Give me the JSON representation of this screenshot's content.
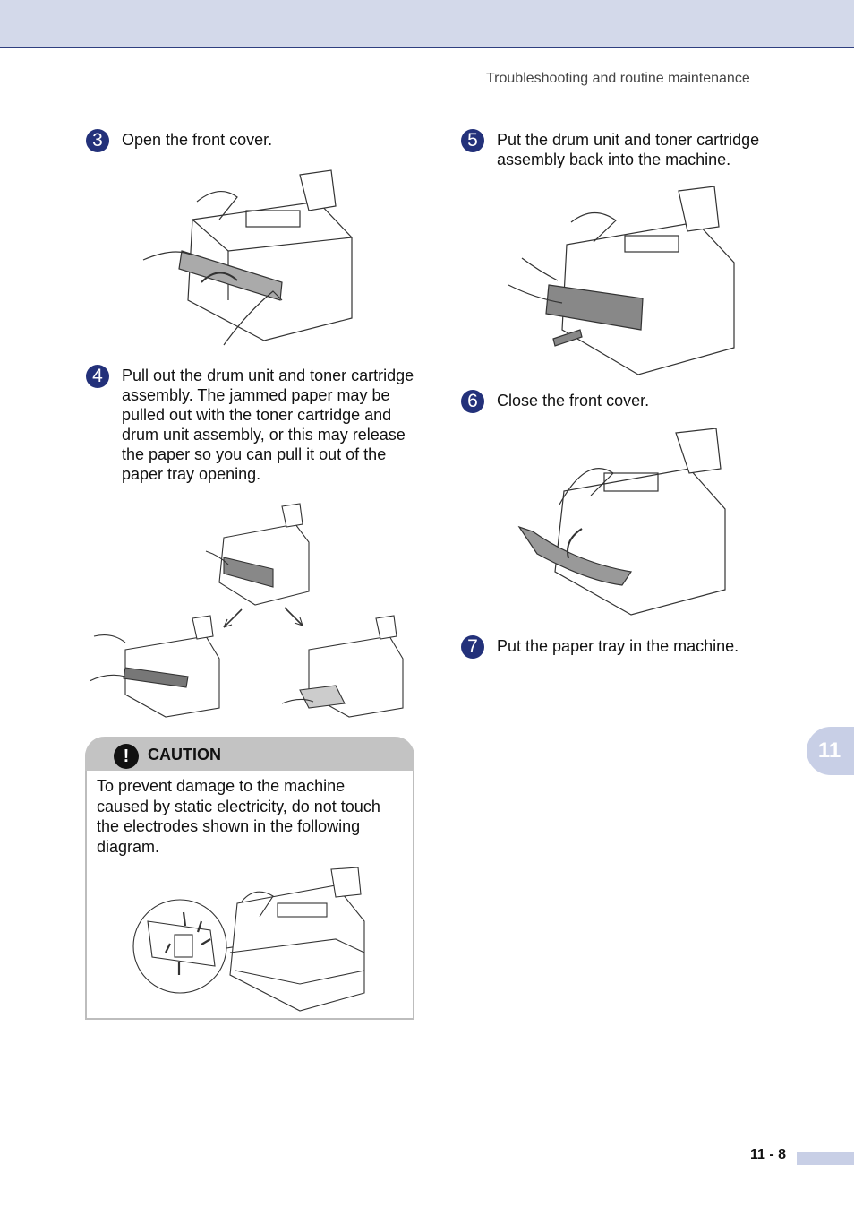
{
  "header": {
    "running_title": "Troubleshooting and routine maintenance"
  },
  "steps": [
    {
      "number": "3",
      "text": "Open the front cover."
    },
    {
      "number": "4",
      "text": "Pull out the drum unit and toner cartridge assembly. The jammed paper may be pulled out with the toner cartridge and drum unit assembly, or this may release the paper so you can pull it out of the paper tray opening."
    },
    {
      "number": "5",
      "text": "Put the drum unit and toner cartridge assembly back into the machine."
    },
    {
      "number": "6",
      "text": "Close the front cover."
    },
    {
      "number": "7",
      "text": "Put the paper tray in the machine."
    }
  ],
  "caution": {
    "icon": "exclamation-icon",
    "title": "CAUTION",
    "text": "To prevent damage to the machine caused by static electricity, do not touch the electrodes shown in the following diagram."
  },
  "side_tab": {
    "chapter": "11"
  },
  "footer": {
    "page_number": "11 - 8"
  }
}
